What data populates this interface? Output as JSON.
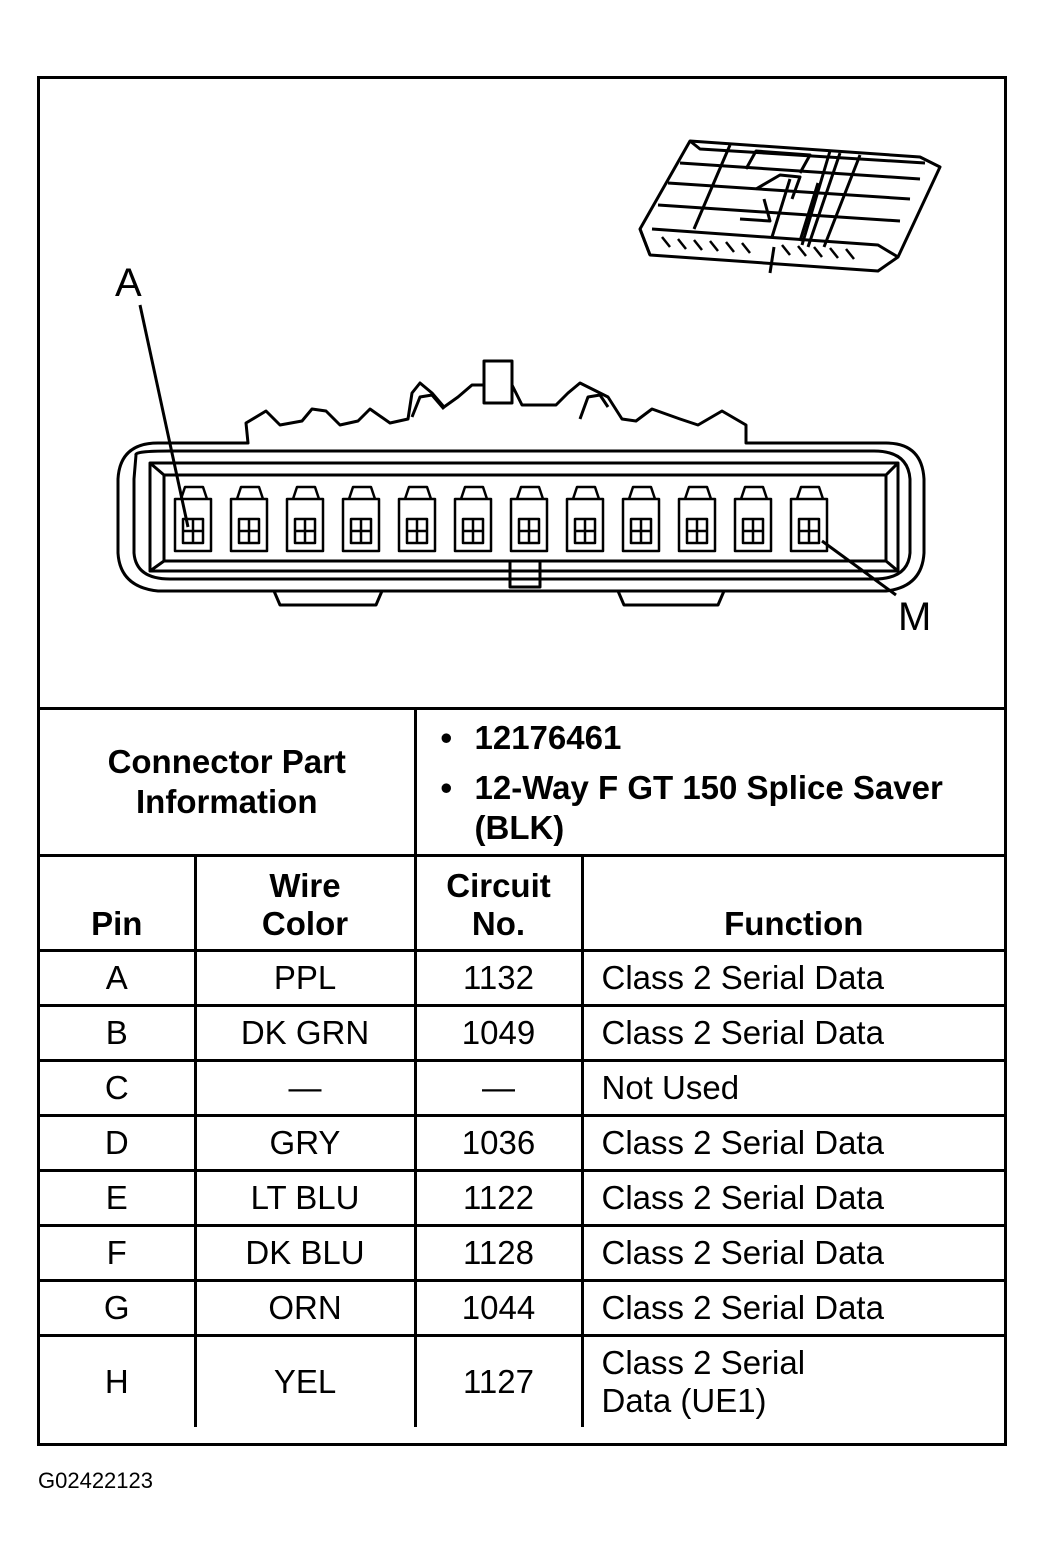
{
  "callouts": {
    "pin_a": "A",
    "pin_m": "M"
  },
  "connector_part_information": {
    "label": "Connector Part Information",
    "values": [
      "12176461",
      "12-Way F GT 150 Splice Saver (BLK)"
    ]
  },
  "columns": [
    "Pin",
    "Wire Color",
    "Circuit No.",
    "Function"
  ],
  "rows": [
    {
      "pin": "A",
      "wire_color": "PPL",
      "circuit": "1132",
      "function": "Class 2 Serial Data"
    },
    {
      "pin": "B",
      "wire_color": "DK GRN",
      "circuit": "1049",
      "function": "Class 2 Serial Data"
    },
    {
      "pin": "C",
      "wire_color": "—",
      "circuit": "—",
      "function": "Not Used"
    },
    {
      "pin": "D",
      "wire_color": "GRY",
      "circuit": "1036",
      "function": "Class 2 Serial Data"
    },
    {
      "pin": "E",
      "wire_color": "LT BLU",
      "circuit": "1122",
      "function": "Class 2 Serial Data"
    },
    {
      "pin": "F",
      "wire_color": "DK BLU",
      "circuit": "1128",
      "function": "Class 2 Serial Data"
    },
    {
      "pin": "G",
      "wire_color": "ORN",
      "circuit": "1044",
      "function": "Class 2 Serial Data"
    },
    {
      "pin": "H",
      "wire_color": "YEL",
      "circuit": "1127",
      "function": "Class 2 Serial Data (UE1)"
    }
  ],
  "figure_id": "G02422123"
}
